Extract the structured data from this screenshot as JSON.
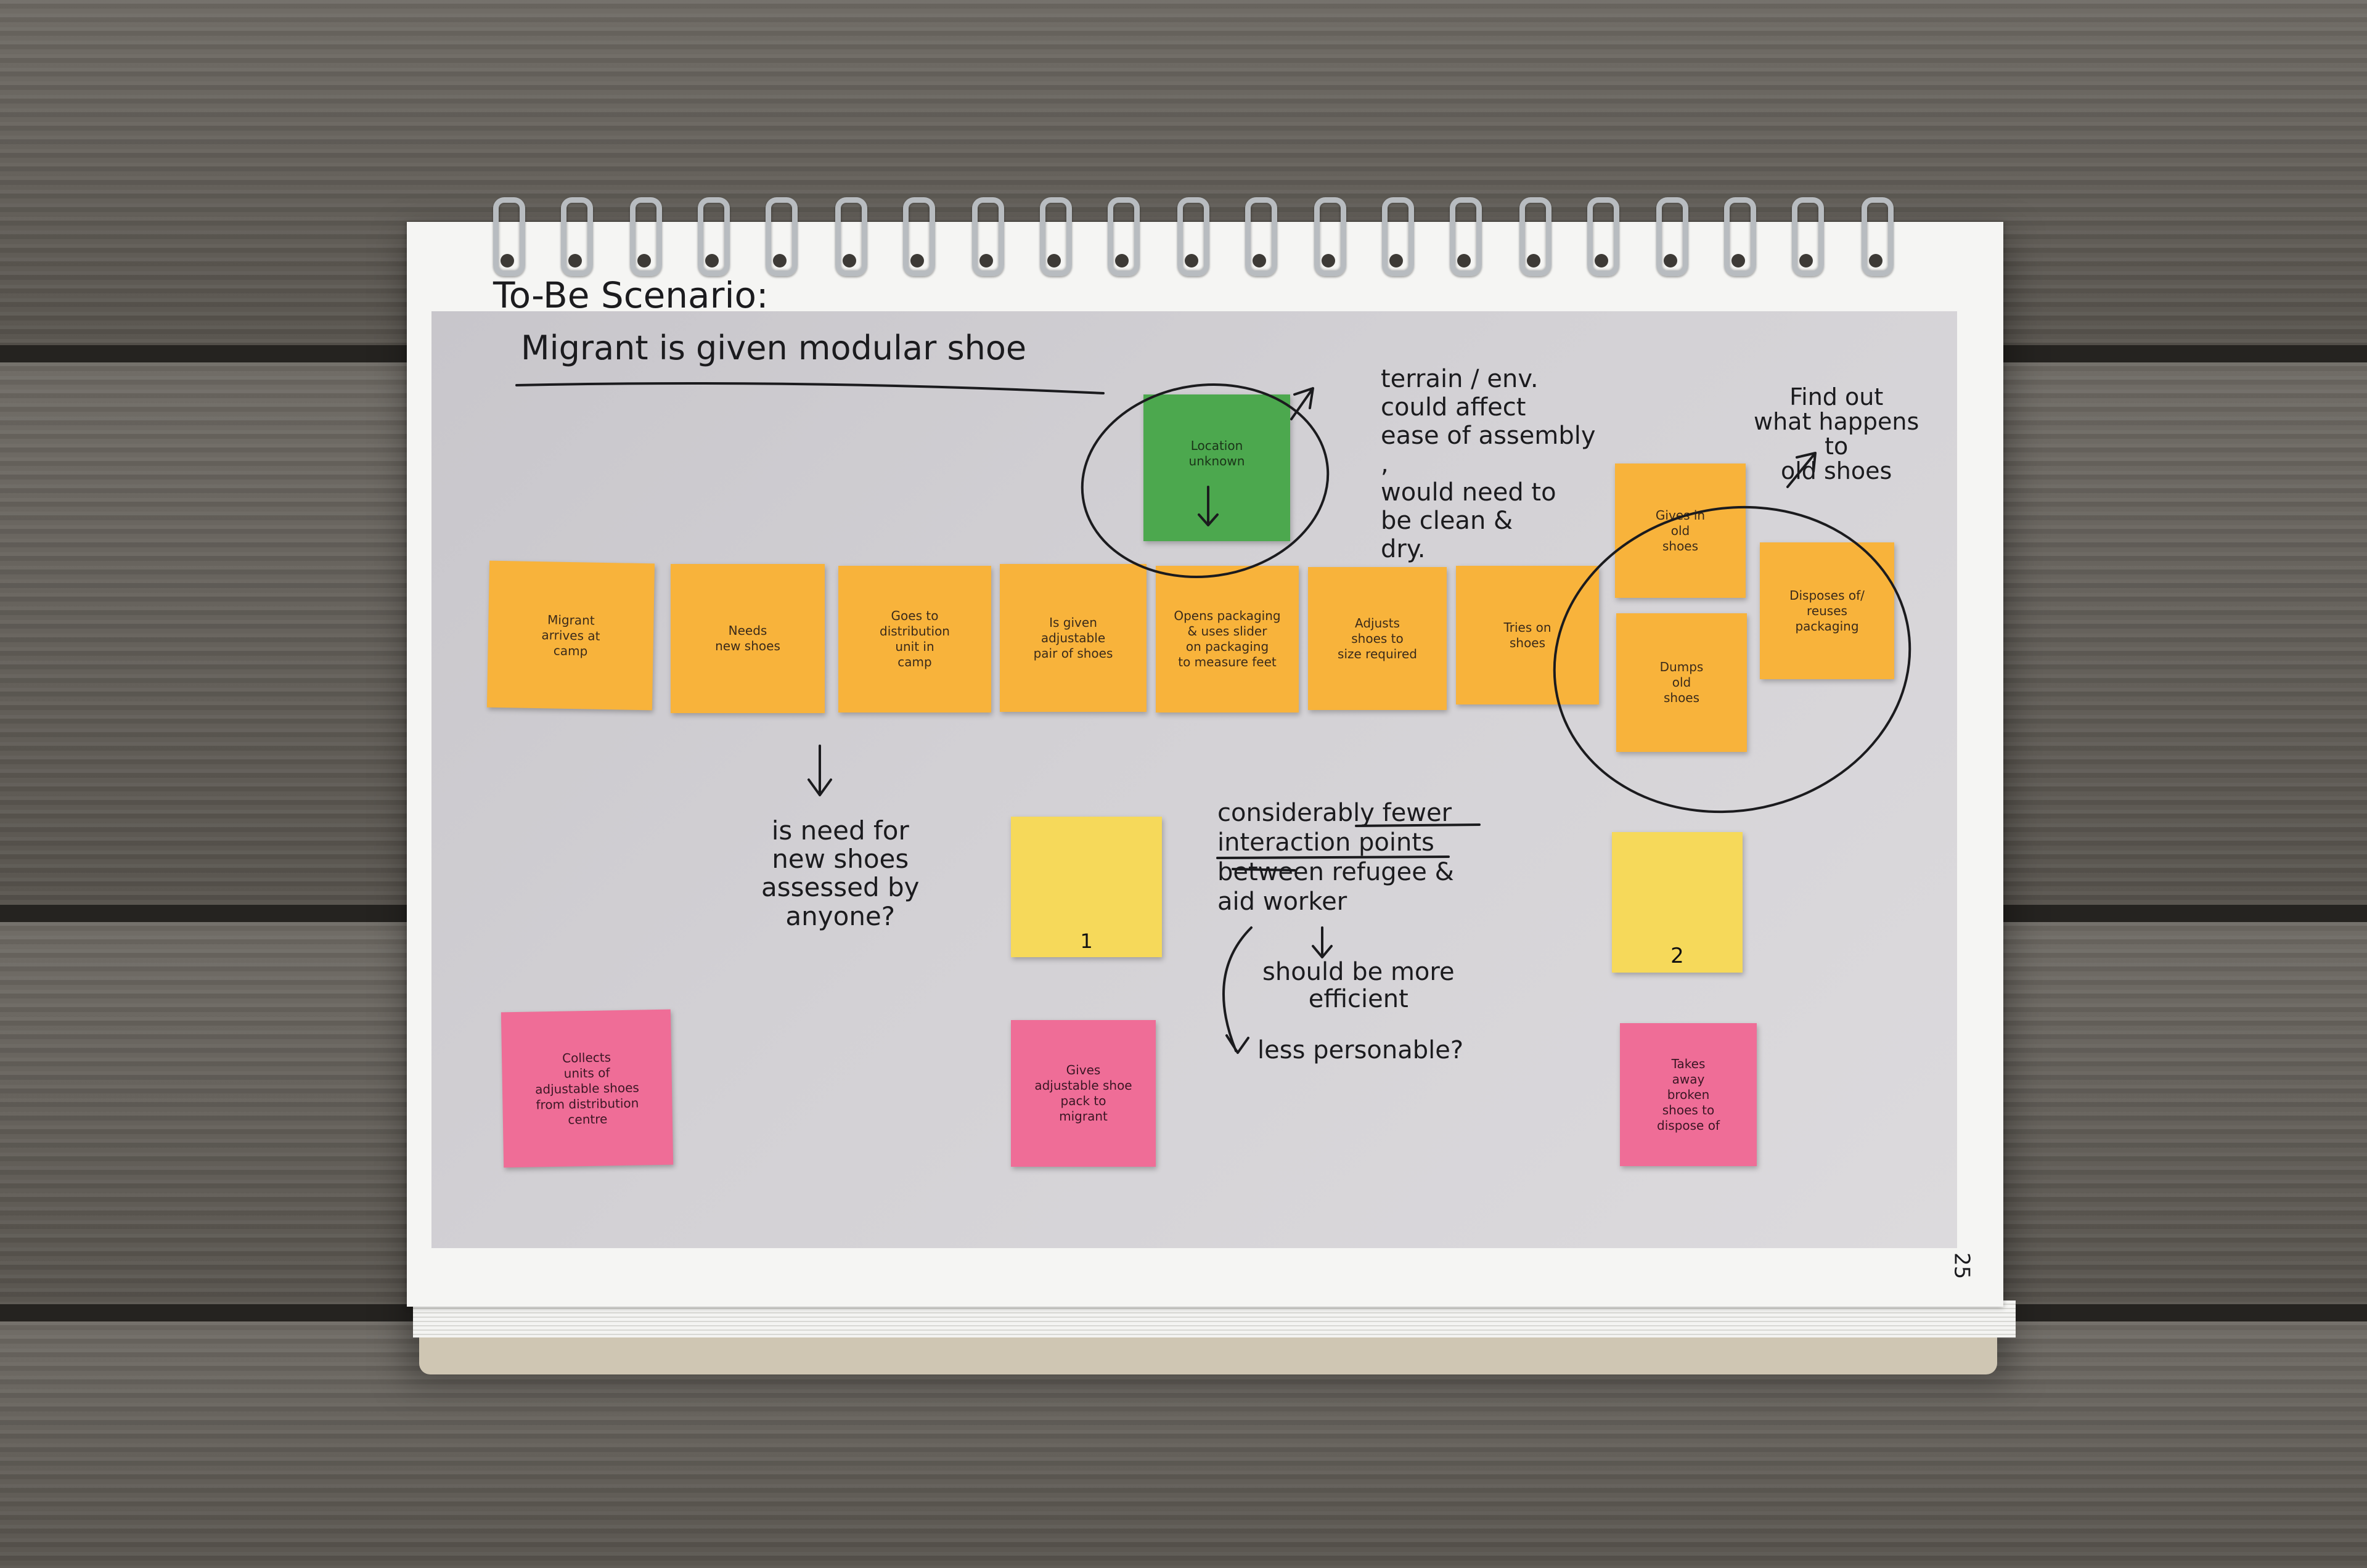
{
  "title": "To-Be Scenario:",
  "subtitle": "Migrant is given modular shoe",
  "page_number": "25",
  "notes": {
    "orange": [
      "Migrant\narrives at\ncamp",
      "Needs\nnew shoes",
      "Goes to\ndistribution\nunit in\ncamp",
      "Is given\nadjustable\npair of shoes",
      "Opens packaging\n& uses slider\non packaging\nto measure feet",
      "Adjusts\nshoes to\nsize required",
      "Tries on\nshoes",
      "Gives in\nold\nshoes",
      "Dumps\nold\nshoes",
      "Disposes of/\nreuses\npackaging"
    ],
    "green": "Location\nunknown",
    "yellow": [
      "1",
      "2"
    ],
    "pink": [
      "Collects\nunits of\nadjustable shoes\nfrom distribution\ncentre",
      "Gives\nadjustable shoe\npack to\nmigrant",
      "Takes\naway\nbroken\nshoes to\ndispose of"
    ]
  },
  "annotations": {
    "terrain": "terrain / env.\ncould affect\nease of assembly\n,\nwould need to\nbe clean &\ndry.",
    "find_out": "Find out\nwhat happens\nto\nold shoes",
    "need_assessed": "is need for\nnew shoes\nassessed by\nanyone?",
    "fewer_points": "considerably fewer\ninteraction points\nbetween refugee &\naid worker",
    "efficient": "should be more\nefficient",
    "personable": "less personable?"
  }
}
